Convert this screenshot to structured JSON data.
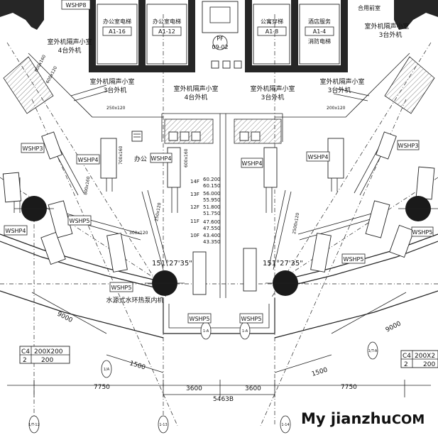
{
  "rooms": {
    "r1": {
      "name": "办公室电梯",
      "code": "A1-16"
    },
    "r2": {
      "name": "办公室电梯",
      "code": "A1-12"
    },
    "r3": {
      "name": "公寓穿梯",
      "code": "A1-8"
    },
    "r4": {
      "name": "酒店服务",
      "code": "A1-4"
    },
    "r4_sub": "消防电梯",
    "pf": "PF",
    "pf_code": "09-02",
    "top_right": "合用前室"
  },
  "outdoor_units": {
    "left_top": [
      "室外机隔声小室",
      "4台外机"
    ],
    "left_mid": [
      "室外机隔声小室",
      "3台外机"
    ],
    "center_left": [
      "室外机隔声小室",
      "4台外机"
    ],
    "center_right": [
      "室外机隔声小室",
      "3台外机"
    ],
    "right_mid": [
      "室外机隔声小室",
      "3台外机"
    ],
    "right_top": [
      "室外机隔声小室",
      "3台外机"
    ]
  },
  "units": {
    "wshp8": "WSHP8",
    "wshp3": "WSHP3",
    "wshp4": "WSHP4",
    "wshp5": "WSHP5",
    "pump_note": "水源式水环热泵内机",
    "office": "办公"
  },
  "duct_sizes": [
    "800x160",
    "600x120",
    "250x120",
    "700x160",
    "800x160",
    "300x120",
    "250x120",
    "600x160",
    "2500x120",
    "200x120"
  ],
  "levels": {
    "floors": [
      "14F",
      "13F",
      "12F",
      "11F",
      "10F"
    ],
    "elev_a": [
      "60.200",
      "56.000",
      "51.800",
      "47.600",
      "43.400"
    ],
    "elev_b": [
      "60.150",
      "55.950",
      "51.750",
      "47.550",
      "43.350"
    ]
  },
  "angles": {
    "left": "151°27'35\"",
    "right": "151°27'35\""
  },
  "dimensions": {
    "d9000_left": "9000",
    "d9000_right": "9000",
    "d1500_left": "1500",
    "d1500_right": "1500",
    "d7750_left": "7750",
    "d7750_right": "7750",
    "d3600_a": "3600",
    "d3600_b": "3600",
    "d5463": "5463B"
  },
  "schedule": {
    "left": {
      "r1c1": "C4",
      "r1c2": "200X200",
      "r2c1": "2",
      "r2c2": "200"
    },
    "right": {
      "r1c1": "C4",
      "r1c2": "200X2",
      "r2c1": "2",
      "r2c2": "200"
    }
  },
  "grid_labels": {
    "g12": "1/T-12",
    "g13": "1-13",
    "g14": "1-14",
    "a1": "1/A",
    "a2": "1-A",
    "a3": "1/T-A"
  },
  "watermark": {
    "part_a": "My jianzhu",
    "part_b": ".COM"
  }
}
